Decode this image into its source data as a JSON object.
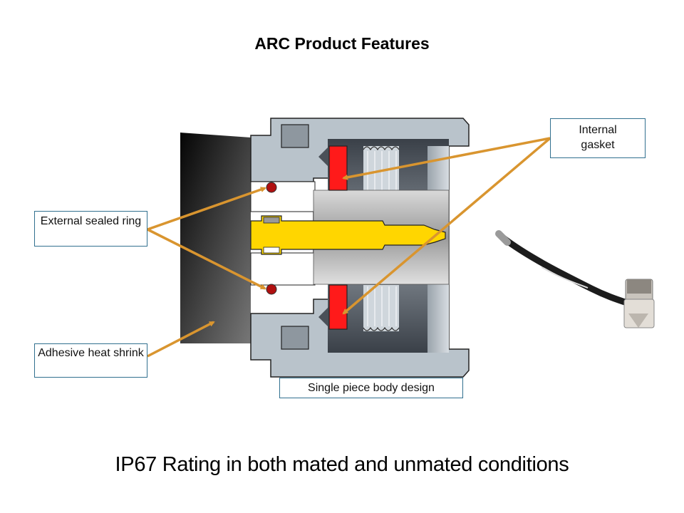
{
  "title": "ARC Product Features",
  "callouts": {
    "external_sealed_ring": "External sealed ring",
    "adhesive_heat_shrink": "Adhesive heat shrink",
    "internal_gasket": "Internal gasket",
    "single_piece_body": "Single piece body design"
  },
  "footer": "IP67 Rating in both mated and unmated conditions",
  "colors": {
    "arrow": "#d9952f",
    "callout_border": "#31708f",
    "gasket_red": "#ff1a1a",
    "oring_red": "#b01010",
    "pin_yellow": "#ffd600",
    "body_grey": "#b9c3cb",
    "heat_shrink_dark": "#1a1a1a"
  }
}
